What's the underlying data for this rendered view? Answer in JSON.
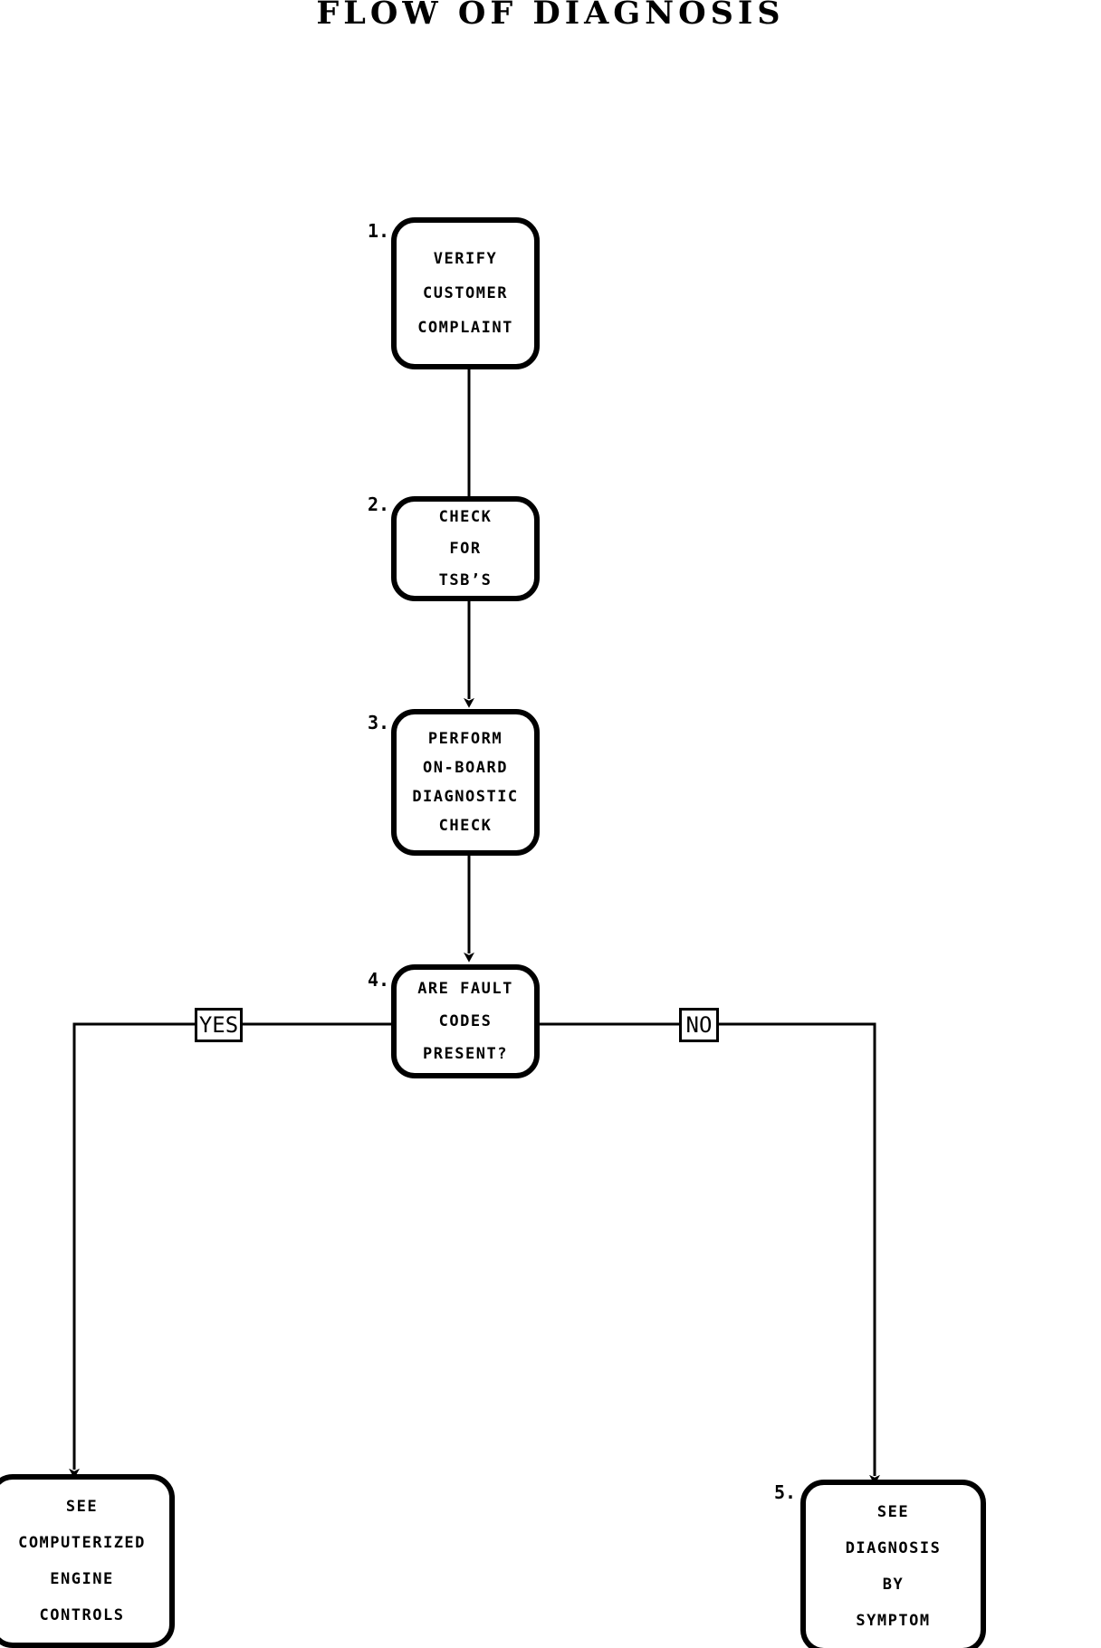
{
  "title": "FLOW OF DIAGNOSIS",
  "diagram": {
    "type": "flowchart",
    "orientation": "top-to-bottom",
    "nodes": [
      {
        "id": "n1",
        "step": "1.",
        "shape": "rounded-rectangle",
        "lines": [
          "VERIFY",
          "CUSTOMER",
          "COMPLAINT"
        ]
      },
      {
        "id": "n2",
        "step": "2.",
        "shape": "rounded-rectangle",
        "lines": [
          "CHECK",
          "FOR",
          "TSB’S"
        ]
      },
      {
        "id": "n3",
        "step": "3.",
        "shape": "rounded-rectangle",
        "lines": [
          "PERFORM",
          "ON-BOARD",
          "DIAGNOSTIC",
          "CHECK"
        ]
      },
      {
        "id": "n4",
        "step": "4.",
        "shape": "rounded-rectangle-decision",
        "lines": [
          "ARE FAULT",
          "CODES",
          "PRESENT?"
        ]
      },
      {
        "id": "n5",
        "step": "",
        "shape": "rounded-rectangle",
        "lines": [
          "SEE",
          "COMPUTERIZED",
          "ENGINE",
          "CONTROLS"
        ]
      },
      {
        "id": "n6",
        "step": "5.",
        "shape": "rounded-rectangle",
        "lines": [
          "SEE",
          "DIAGNOSIS",
          "BY",
          "SYMPTOM"
        ]
      }
    ],
    "edges": [
      {
        "from": "n1",
        "to": "n2",
        "label": "",
        "arrow": true
      },
      {
        "from": "n2",
        "to": "n3",
        "label": "",
        "arrow": true
      },
      {
        "from": "n3",
        "to": "n4",
        "label": "",
        "arrow": true
      },
      {
        "from": "n4",
        "to": "n5",
        "label": "YES",
        "arrow": true
      },
      {
        "from": "n4",
        "to": "n6",
        "label": "NO",
        "arrow": true
      }
    ],
    "edge_labels": {
      "yes": "YES",
      "no": "NO"
    }
  },
  "colors": {
    "ink": "#000000",
    "paper": "#ffffff"
  }
}
